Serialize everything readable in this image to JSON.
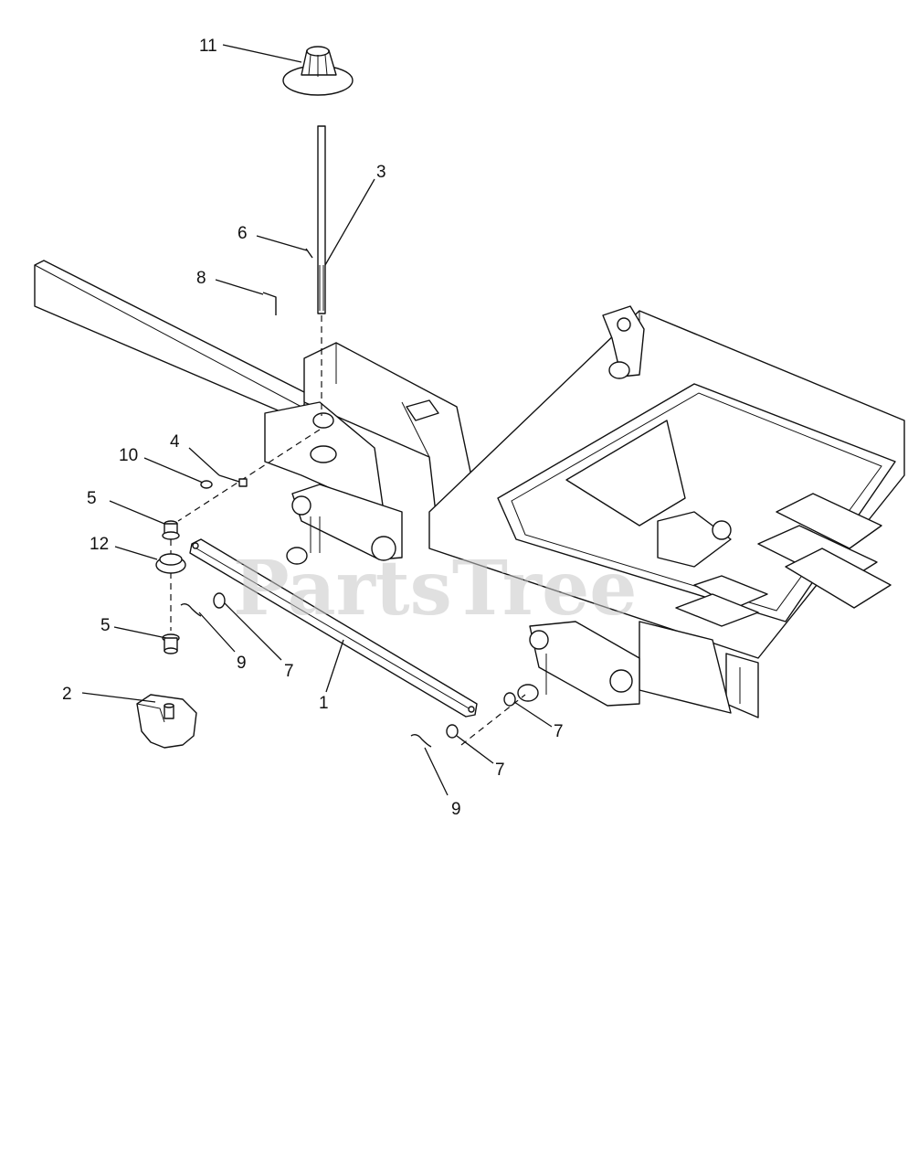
{
  "watermark": "PartsTree",
  "callouts": [
    {
      "id": "c11",
      "label": "11"
    },
    {
      "id": "c3",
      "label": "3"
    },
    {
      "id": "c6",
      "label": "6"
    },
    {
      "id": "c8",
      "label": "8"
    },
    {
      "id": "c4",
      "label": "4"
    },
    {
      "id": "c10",
      "label": "10"
    },
    {
      "id": "c5a",
      "label": "5"
    },
    {
      "id": "c12",
      "label": "12"
    },
    {
      "id": "c5b",
      "label": "5"
    },
    {
      "id": "c9a",
      "label": "9"
    },
    {
      "id": "c7a",
      "label": "7"
    },
    {
      "id": "c1",
      "label": "1"
    },
    {
      "id": "c2",
      "label": "2"
    },
    {
      "id": "c7b",
      "label": "7"
    },
    {
      "id": "c7c",
      "label": "7"
    },
    {
      "id": "c9b",
      "label": "9"
    }
  ]
}
